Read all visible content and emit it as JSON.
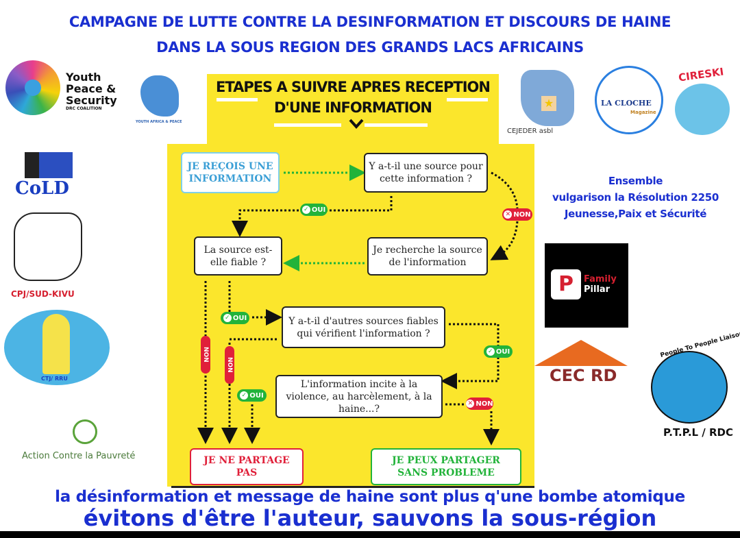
{
  "header": {
    "line1": "CAMPAGNE DE LUTTE CONTRE LA DESINFORMATION ET DISCOURS DE HAINE",
    "line2": "DANS LA SOUS REGION DES GRANDS LACS AFRICAINS"
  },
  "flow": {
    "title1": "ETAPES A SUIVRE APRES RECEPTION",
    "title2": "D'UNE INFORMATION",
    "start": "JE REÇOIS UNE INFORMATION",
    "q1": "Y a-t-il une source pour cette information ?",
    "q2": "La source est-elle fiable ?",
    "search": "Je recherche la source de l'information",
    "q3": "Y a-t-il d'autres sources fiables qui vérifient l'information ?",
    "q4": "L'information incite à la violence, au harcèlement, à la haine...?",
    "end_no": "JE NE PARTAGE PAS",
    "end_yes": "JE PEUX PARTAGER SANS PROBLEME",
    "yes": "OUI",
    "no": "NON"
  },
  "side": {
    "line1": "Ensemble",
    "line2": "vulgarison la Résolution 2250",
    "line3": "Jeunesse,Paix et Sécurité"
  },
  "logos": {
    "yps1": "Youth",
    "yps2": "Peace &",
    "yps3": "Security",
    "yps4": "DRC COALITION",
    "yap": "YOUTH AFRICA & PEACE",
    "cold": "CoLD",
    "cpj": "CPJ/SUD-KIVU",
    "ctj": "CTJ/ RRU",
    "acp": "Action Contre la Pauvreté",
    "cejeder": "CEJEDER asbl",
    "cloche1": "LA CLOCHE",
    "cloche2": "Magazine",
    "cireski": "CIRESKI",
    "family": "Family",
    "pillar": "Pillar",
    "cecord": "CEC RD",
    "ptpl1": "People To People Liaison",
    "ptpl2": "P.T.P.L / RDC"
  },
  "footer": {
    "line1": "la désinformation et message de haine sont plus q'une bombe atomique",
    "line2": "évitons d'être l'auteur, sauvons la sous-région"
  },
  "colors": {
    "yellow": "#fbe62c",
    "blue": "#1a2fd0",
    "green": "#22b33a",
    "red": "#e0203a"
  }
}
